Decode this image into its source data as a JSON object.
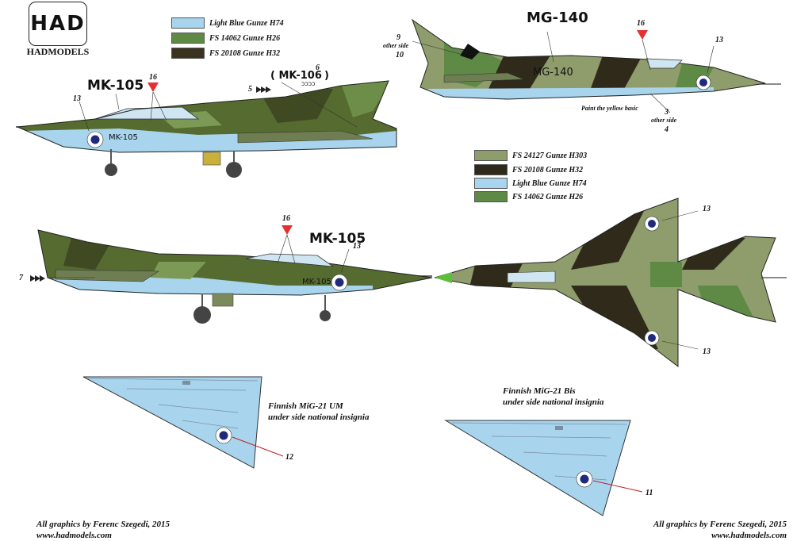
{
  "brand": {
    "logo_text": "HAD",
    "name": "HADMODELS"
  },
  "colors": {
    "light_blue": "#a8d4ee",
    "green_dark": "#556b2f",
    "green_mid": "#5e8a46",
    "green_light": "#8a9c66",
    "brown_dark": "#2f2a1a",
    "marking_red": "#e63030",
    "roundel_blue": "#1f2a7a"
  },
  "legend_top": [
    {
      "label": "Light Blue Gunze H74",
      "color": "#a8d4ee"
    },
    {
      "label": "FS 14062 Gunze H26",
      "color": "#5e8a46"
    },
    {
      "label": "FS 20108 Gunze H32",
      "color": "#3a3320"
    }
  ],
  "legend_bottom": [
    {
      "label": "FS 24127  Gunze H303",
      "color": "#8f9c6b"
    },
    {
      "label": "FS 20108 Gunze H32",
      "color": "#2f2a1a"
    },
    {
      "label": "Light Blue Gunze H74",
      "color": "#a8d4ee"
    },
    {
      "label": "FS 14062 Gunze H26",
      "color": "#5e8a46"
    }
  ],
  "aircraft_um_left": {
    "registration": "MK-105",
    "alt_registration": "( MK-106",
    "alt_reversed": "ɔɔɔɔ",
    "closing_paren": ")",
    "fuselage_code": "MK-105",
    "callouts": {
      "c13": "13",
      "c16": "16",
      "c5": "5",
      "c6": "6"
    }
  },
  "aircraft_bis_right": {
    "registration": "MG-140",
    "fuselage_code": "MG-140",
    "callouts": {
      "c16": "16",
      "c13": "13",
      "c9": "9",
      "c9_text": "other side",
      "c10": "10",
      "c3": "3",
      "c3_text": "other side",
      "c4": "4"
    },
    "note": "Paint the yellow basic"
  },
  "aircraft_um_right": {
    "registration": "MK-105",
    "fuselage_code": "MK-105",
    "callouts": {
      "c16": "16",
      "c13": "13",
      "c7": "7"
    }
  },
  "aircraft_bis_top": {
    "callouts": {
      "c13a": "13",
      "c13b": "13"
    }
  },
  "underside_um": {
    "caption_line1": "Finnish MiG-21 UM",
    "caption_line2": "under side national insignia",
    "callout": "12"
  },
  "underside_bis": {
    "caption_line1": "Finnish MiG-21 Bis",
    "caption_line2": "under side national insignia",
    "callout": "11"
  },
  "credits": {
    "left_line1": "All graphics by Ferenc Szegedi, 2015",
    "left_line2": "www.hadmodels.com",
    "right_line1": "All graphics by Ferenc Szegedi, 2015",
    "right_line2": "www.hadmodels.com"
  }
}
